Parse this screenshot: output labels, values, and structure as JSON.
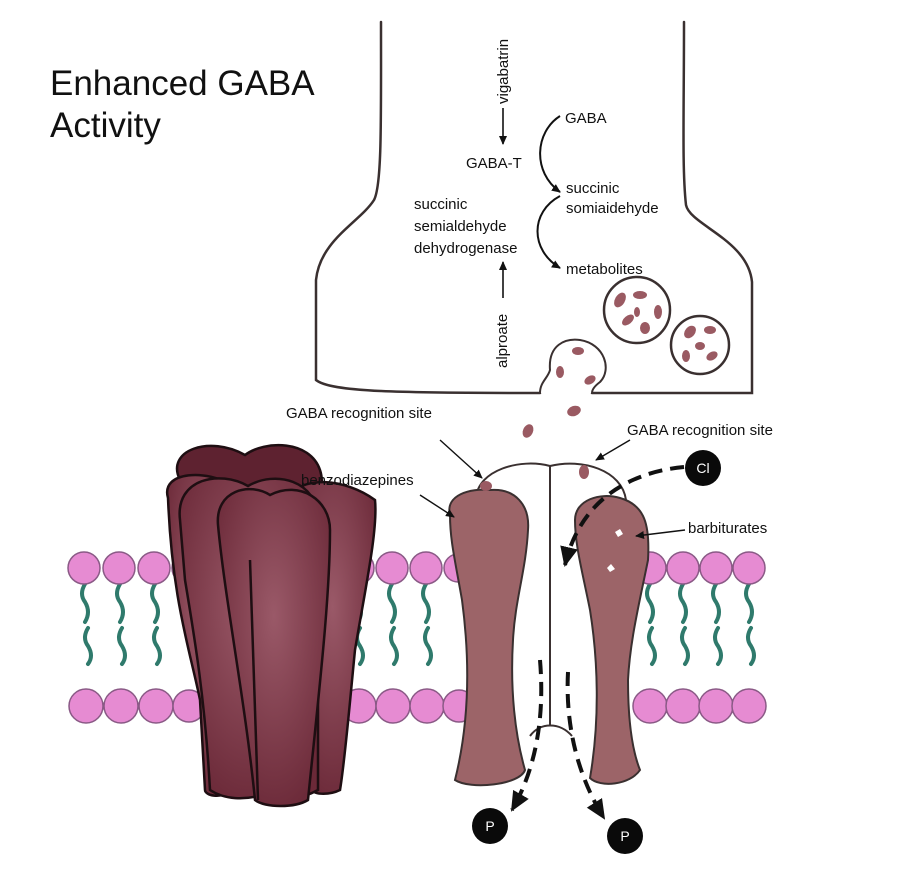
{
  "title": {
    "line1": "Enhanced GABA",
    "line2": "Activity"
  },
  "labels": {
    "vigabatrin": "vigabatrin",
    "gaba_t": "GABA-T",
    "gaba": "GABA",
    "succinic_semialdehyde_product": [
      "succinic",
      "somiaidehyde"
    ],
    "ssadh": [
      "succinic",
      "semialdehyde",
      "dehydrogenase"
    ],
    "metabolites": "metabolites",
    "valproate": "alproate",
    "gaba_site_left": "GABA recognition site",
    "gaba_site_right": "GABA recognition site",
    "benzodiazepines": "benzodiazepines",
    "barbiturates": "barbiturates",
    "chloride_ion": "Cl",
    "ion_p_left": "P",
    "ion_p_right": "P"
  },
  "colors": {
    "protein": "#7a3543",
    "protein_dark": "#5e2230",
    "channel": "#9c6468",
    "lipid_head": "#e68bd2",
    "lipid_tail": "#2f7a6c",
    "outline": "#3a3030",
    "vesicle_dot": "#9a5a62"
  }
}
